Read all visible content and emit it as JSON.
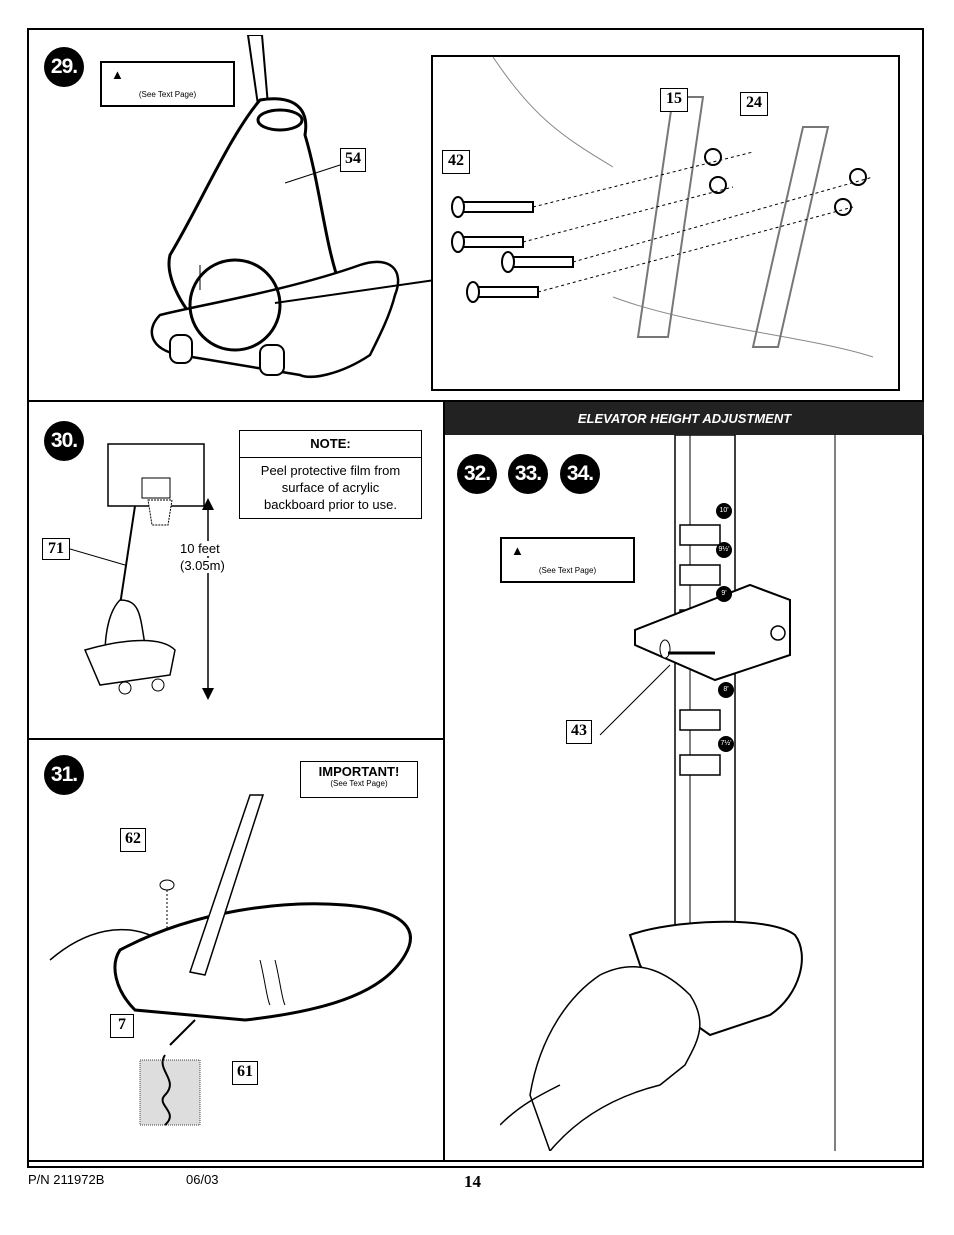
{
  "steps": {
    "s29": {
      "num": "29.",
      "warning_note": "(See Text Page)"
    },
    "s30": {
      "num": "30.",
      "note_title": "NOTE:",
      "note_text": "Peel protective film from surface of acrylic backboard prior to use.",
      "height_line1": "10 feet",
      "height_line2": "(3.05m)"
    },
    "s31": {
      "num": "31.",
      "important_title": "IMPORTANT!",
      "important_note": "(See Text Page)"
    },
    "s32": {
      "num": "32."
    },
    "s33": {
      "num": "33."
    },
    "s34": {
      "num": "34.",
      "warning_note": "(See Text Page)"
    }
  },
  "elevator_header": "ELEVATOR HEIGHT ADJUSTMENT",
  "callouts": {
    "c54": "54",
    "c15": "15",
    "c24": "24",
    "c42": "42",
    "c71": "71",
    "c62": "62",
    "c7": "7",
    "c61": "61",
    "c43": "43"
  },
  "pole_marks": [
    "10'",
    "9½'",
    "9'",
    "8'",
    "7½'"
  ],
  "footer": {
    "part_number": "P/N 211972B",
    "date": "06/03",
    "page": "14"
  }
}
